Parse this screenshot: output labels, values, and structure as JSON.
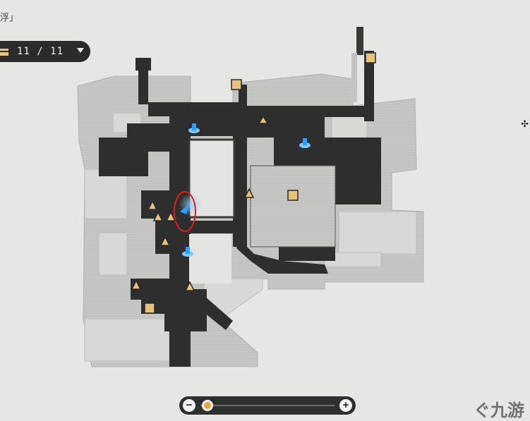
{
  "header": {
    "title_fragment": "浮」"
  },
  "collection": {
    "icon": "chest-icon",
    "count": "11 / 11"
  },
  "zoom": {
    "level": 0.05
  },
  "watermark": {
    "text": "九游",
    "icon": "nine-game-logo"
  },
  "markers": {
    "teleport_icon": "space-anchor-icon",
    "exit_icon": "exit-door-icon",
    "bag_icon": "item-bag-icon",
    "player_icon": "player-arrow-icon"
  },
  "colors": {
    "floor_dark": "#2e2e2e",
    "floor_light": "#c9c9c8",
    "background": "#e6e6e4",
    "marker_gold": "#e7c27a",
    "teleport_blue": "#33a8ff",
    "highlight_red": "#e0201a"
  }
}
